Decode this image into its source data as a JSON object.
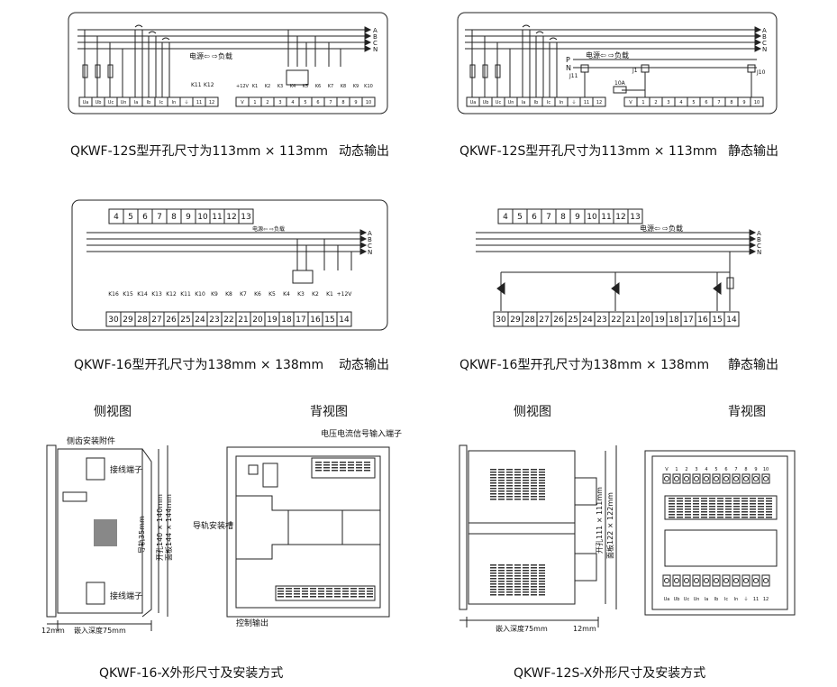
{
  "captions": {
    "d1_model": "QKWF-12S型开孔尺寸为113mm × 113mm",
    "d1_mode": "动态输出",
    "d2_model": "QKWF-12S型开孔尺寸为113mm × 113mm",
    "d2_mode": "静态输出",
    "d3_model": "QKWF-16型开孔尺寸为138mm × 138mm",
    "d3_mode": "动态输出",
    "d4_model": "QKWF-16型开孔尺寸为138mm × 138mm",
    "d4_mode": "静态输出",
    "side_view_l": "侧视图",
    "back_view_l": "背视图",
    "side_view_r": "侧视图",
    "back_view_r": "背视图",
    "bottom_left": "QKWF-16-X外形尺寸及安装方式",
    "bottom_right": "QKWF-12S-X外形尺寸及安装方式"
  },
  "phases": [
    "A",
    "B",
    "C",
    "N"
  ],
  "flow_label": "电源⇦ ⇨负载",
  "d1": {
    "left_terminals": [
      "Ua",
      "Ub",
      "Uc",
      "Un",
      "Ia",
      "Ib",
      "Ic",
      "In",
      "⏚",
      "11",
      "12"
    ],
    "right_terminals": [
      "V",
      "1",
      "2",
      "3",
      "4",
      "5",
      "6",
      "7",
      "8",
      "9",
      "10"
    ],
    "k_small_labels": [
      "K11",
      "K12"
    ],
    "k_labels": [
      "+12V",
      "K1",
      "K2",
      "K3",
      "K4",
      "K5",
      "K6",
      "K7",
      "K8",
      "K9",
      "K10"
    ]
  },
  "d2": {
    "left_terminals": [
      "Ua",
      "Ub",
      "Uc",
      "Un",
      "Ia",
      "Ib",
      "Ic",
      "In",
      "⏚",
      "11",
      "12"
    ],
    "right_terminals": [
      "V",
      "1",
      "2",
      "3",
      "4",
      "5",
      "6",
      "7",
      "8",
      "9",
      "10"
    ],
    "fuse_label": "10A",
    "p_label": "P",
    "n_label": "N",
    "j_labels": [
      "J11",
      "J1",
      "J10"
    ]
  },
  "d3": {
    "top_terminals": [
      "4",
      "5",
      "6",
      "7",
      "8",
      "9",
      "10",
      "11",
      "12",
      "13"
    ],
    "bottom_terminals": [
      "30",
      "29",
      "28",
      "27",
      "26",
      "25",
      "24",
      "23",
      "22",
      "21",
      "20",
      "19",
      "18",
      "17",
      "16",
      "15",
      "14"
    ],
    "k_labels": [
      "K16",
      "K15",
      "K14",
      "K13",
      "K12",
      "K11",
      "K10",
      "K9",
      "K8",
      "K7",
      "K6",
      "K5",
      "K4",
      "K3",
      "K2",
      "K1",
      "+12V"
    ]
  },
  "d4": {
    "top_terminals": [
      "4",
      "5",
      "6",
      "7",
      "8",
      "9",
      "10",
      "11",
      "12",
      "13"
    ],
    "bottom_terminals": [
      "30",
      "29",
      "28",
      "27",
      "26",
      "25",
      "24",
      "23",
      "22",
      "21",
      "20",
      "19",
      "18",
      "17",
      "16",
      "15",
      "14"
    ]
  },
  "mech_left": {
    "side_mount": "侧齿安装附件",
    "wiring_top": "接线端子",
    "wiring_bottom": "接线端子",
    "rail_35": "导轨35mm",
    "cutout": "开孔140 × 140mm",
    "panel": "面板144 × 144mm",
    "thickness": "12mm",
    "depth": "嵌入深度75mm",
    "voltage_input": "电压电流信号输入端子",
    "rail_slot": "导轨安装槽",
    "control_out": "控制输出"
  },
  "mech_right": {
    "cutout": "开孔111 × 111mm",
    "panel": "面板122 × 122mm",
    "depth": "嵌入深度75mm",
    "thickness": "12mm",
    "top_terms": [
      "V",
      "1",
      "2",
      "3",
      "4",
      "5",
      "6",
      "7",
      "8",
      "9",
      "10"
    ],
    "bottom_terms": [
      "Ua",
      "Ub",
      "Uc",
      "Un",
      "Ia",
      "Ib",
      "Ic",
      "In",
      "⏚",
      "11",
      "12"
    ]
  }
}
